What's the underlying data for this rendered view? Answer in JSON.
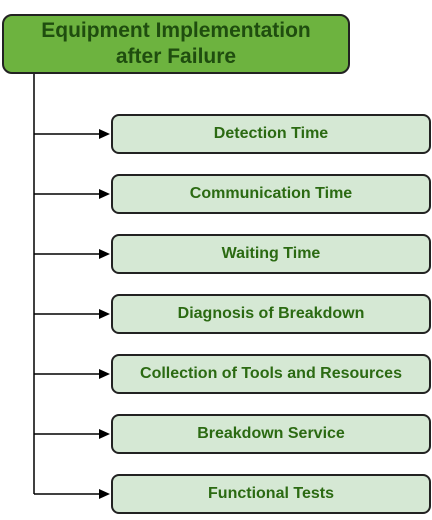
{
  "diagram": {
    "title": "Equipment Implementation\nafter Failure",
    "items": [
      {
        "label": "Detection Time"
      },
      {
        "label": "Communication Time"
      },
      {
        "label": "Waiting Time"
      },
      {
        "label": "Diagnosis of Breakdown"
      },
      {
        "label": "Collection of Tools and Resources"
      },
      {
        "label": "Breakdown Service"
      },
      {
        "label": "Functional Tests"
      }
    ]
  },
  "colors": {
    "title_fill": "#6db33f",
    "title_text": "#1f4d0f",
    "item_fill": "#d5e8d4",
    "item_text": "#2b6a12",
    "border": "#222222",
    "connector": "#000000"
  }
}
